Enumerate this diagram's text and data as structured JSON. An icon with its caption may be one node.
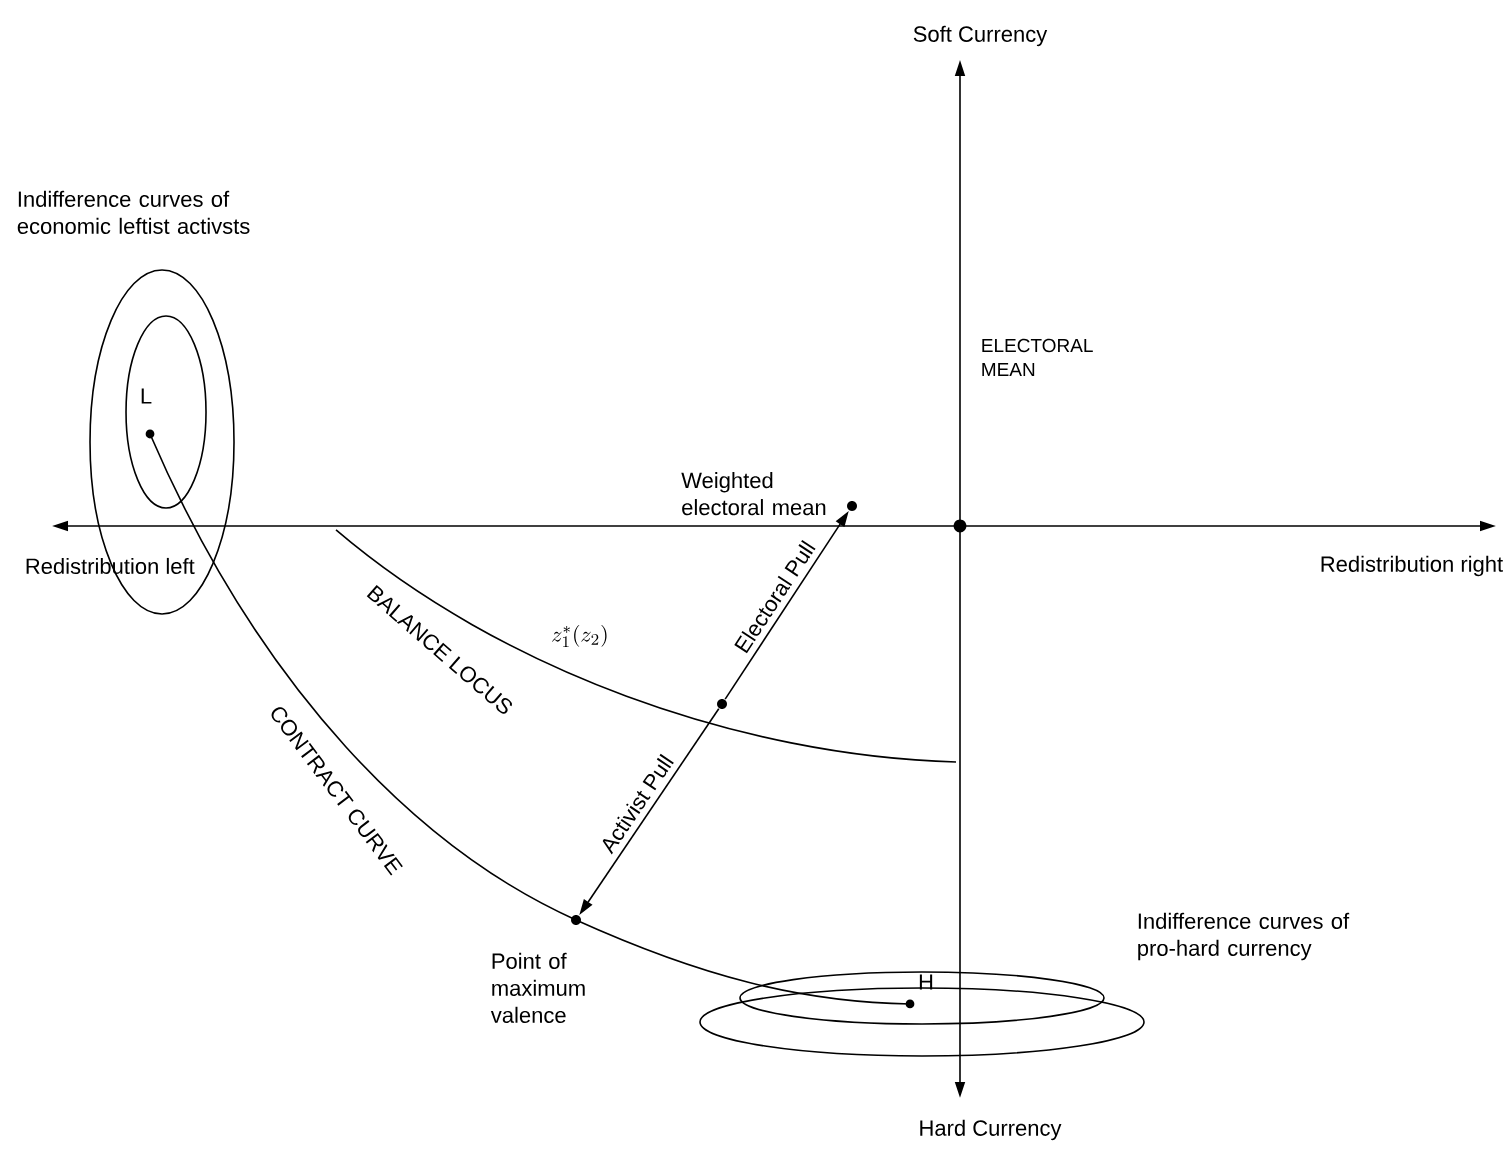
{
  "diagram": {
    "nodes": [
      {
        "text": [],
        "shape": "circle",
        "beside": [
          "Weighted electoral mean"
        ]
      },
      {
        "text": [],
        "shape": "circle"
      },
      {
        "text": [],
        "shape": "circle",
        "beside": [
          "Point of maximum valence"
        ]
      }
    ],
    "edges": [
      {
        "from": 1,
        "to": 0,
        "arrow": "to",
        "label": "Electoral Pull"
      },
      {
        "from": 1,
        "to": 2,
        "arrow": "to",
        "label": "Activist Pull"
      }
    ],
    "labels": [
      "Soft Currency",
      "Indifference curves of economic leftist activsts",
      "ELECTORAL MEAN",
      "L",
      "Redistribution left",
      "Redistribution right",
      "BALANCE LOCUS",
      "z^*_1(z_2)",
      "CONTRACT CURVE",
      "Indifference curves of pro-hard currency",
      "H",
      "Hard Currency"
    ]
  }
}
